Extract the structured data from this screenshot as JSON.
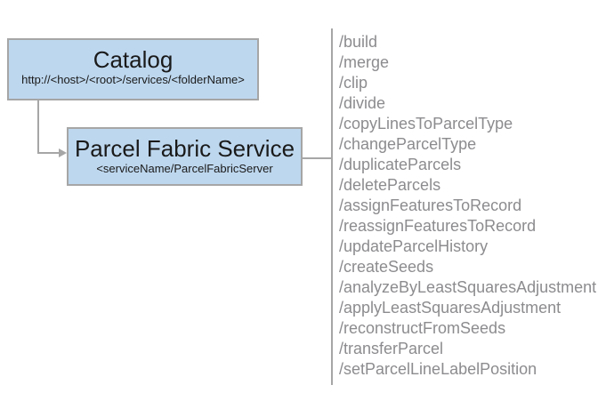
{
  "diagram": {
    "catalog": {
      "title": "Catalog",
      "subtitle": "http://<host>/<root>/services/<folderName>"
    },
    "service": {
      "title": "Parcel Fabric Service",
      "subtitle": "<serviceName/ParcelFabricServer"
    },
    "operations": [
      "/build",
      "/merge",
      "/clip",
      "/divide",
      "/copyLinesToParcelType",
      "/changeParcelType",
      "/duplicateParcels",
      "/deleteParcels",
      "/assignFeaturesToRecord",
      "/reassignFeaturesToRecord",
      "/updateParcelHistory",
      "/createSeeds",
      "/analyzeByLeastSquaresAdjustment",
      "/applyLeastSquaresAdjustment",
      "/reconstructFromSeeds",
      "/transferParcel",
      "/setParcelLineLabelPosition"
    ],
    "colors": {
      "box_fill": "#bdd7ee",
      "box_border": "#a6a6a6",
      "line": "#a6a6a6",
      "list_text": "#8c8c8f",
      "title_text": "#1a1a1a"
    }
  }
}
